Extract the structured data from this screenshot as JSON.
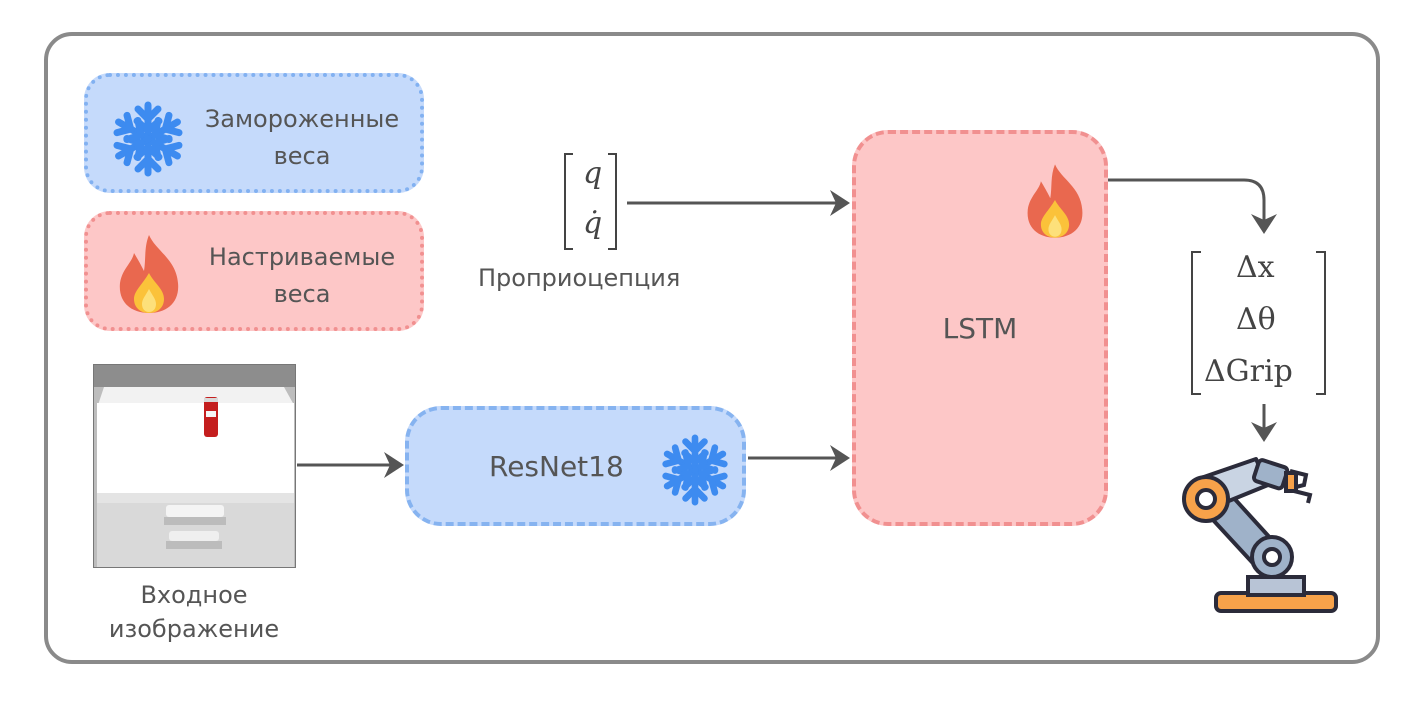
{
  "legend": {
    "frozen": {
      "label_line1": "Замороженные",
      "label_line2": "веса",
      "icon": "snowflake-icon",
      "fill": "#c5dafb",
      "border": "#82b1f1"
    },
    "trainable": {
      "label_line1": "Настриваемые",
      "label_line2": "веса",
      "icon": "flame-icon",
      "fill": "#fdc7c7",
      "border": "#f19090"
    }
  },
  "input": {
    "caption_line1": "Входное",
    "caption_line2": "изображение"
  },
  "resnet": {
    "label": "ResNet18",
    "icon": "snowflake-icon"
  },
  "lstm": {
    "label": "LSTM",
    "icon": "flame-icon"
  },
  "proprioception": {
    "row1": "q",
    "row2": "q̇",
    "caption": "Проприоцепция"
  },
  "output": {
    "row1": "Δx",
    "row2": "Δθ",
    "row3": "ΔGrip",
    "icon": "robot-arm-icon"
  },
  "colors": {
    "frame": "#8a8a8a",
    "arrow": "#555555",
    "snowflake": "#3d8bf0"
  }
}
